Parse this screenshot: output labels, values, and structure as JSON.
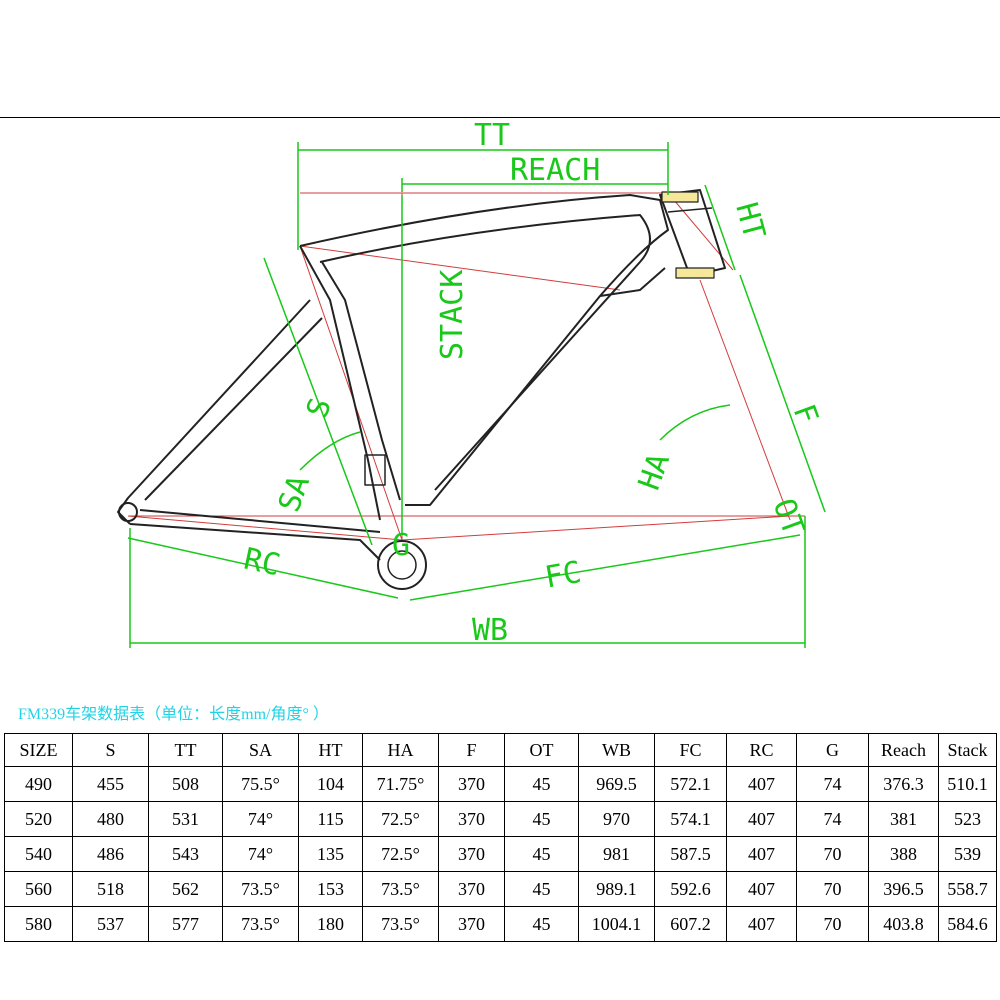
{
  "diagram": {
    "labels": {
      "tt": "TT",
      "reach": "REACH",
      "ht": "HT",
      "stack": "STACK",
      "s": "S",
      "sa": "SA",
      "ha": "HA",
      "f": "F",
      "ot": "OT",
      "rc": "RC",
      "fc": "FC",
      "wb": "WB",
      "g": "G"
    },
    "colors": {
      "dimension": "#19c819",
      "guide": "#d23c3c",
      "frame": "#222222",
      "title": "#22d3e6"
    }
  },
  "table": {
    "title": "FM339车架数据表（单位：长度mm/角度° ）",
    "headers": [
      "SIZE",
      "S",
      "TT",
      "SA",
      "HT",
      "HA",
      "F",
      "OT",
      "WB",
      "FC",
      "RC",
      "G",
      "Reach",
      "Stack"
    ],
    "rows": [
      [
        "490",
        "455",
        "508",
        "75.5°",
        "104",
        "71.75°",
        "370",
        "45",
        "969.5",
        "572.1",
        "407",
        "74",
        "376.3",
        "510.1"
      ],
      [
        "520",
        "480",
        "531",
        "74°",
        "115",
        "72.5°",
        "370",
        "45",
        "970",
        "574.1",
        "407",
        "74",
        "381",
        "523"
      ],
      [
        "540",
        "486",
        "543",
        "74°",
        "135",
        "72.5°",
        "370",
        "45",
        "981",
        "587.5",
        "407",
        "70",
        "388",
        "539"
      ],
      [
        "560",
        "518",
        "562",
        "73.5°",
        "153",
        "73.5°",
        "370",
        "45",
        "989.1",
        "592.6",
        "407",
        "70",
        "396.5",
        "558.7"
      ],
      [
        "580",
        "537",
        "577",
        "73.5°",
        "180",
        "73.5°",
        "370",
        "45",
        "1004.1",
        "607.2",
        "407",
        "70",
        "403.8",
        "584.6"
      ]
    ]
  }
}
